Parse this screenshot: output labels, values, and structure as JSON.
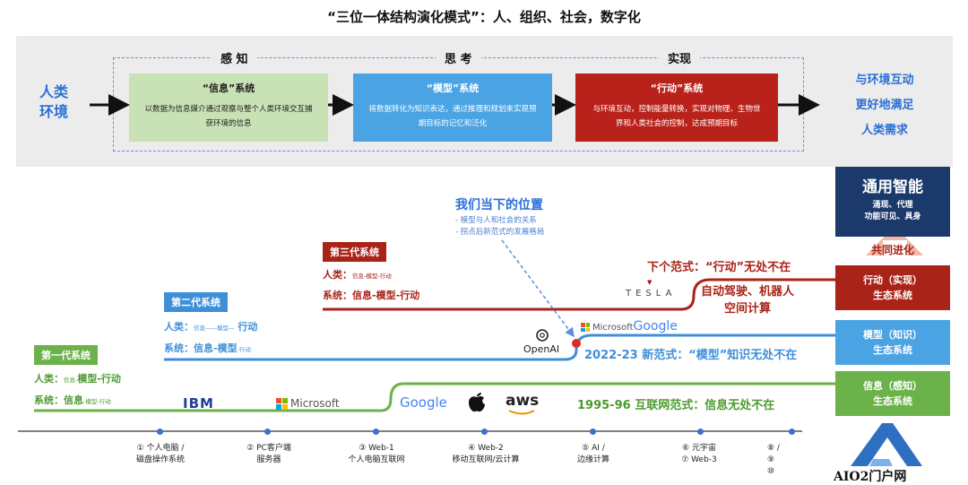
{
  "title": "“三位一体结构演化模式”：人、组织、社会，数字化",
  "stages": {
    "perceive": "感 知",
    "think": "思 考",
    "realize": "实现"
  },
  "env_left": [
    "人类",
    "环境"
  ],
  "env_right": [
    "与环境互动",
    "更好地满足",
    "人类需求"
  ],
  "boxes": [
    {
      "head": "“信息”系统",
      "desc": "以数据为信息媒介通过观察与整个人类环境交互捕获环境的信息"
    },
    {
      "head": "“模型”系统",
      "desc": "将数据转化为知识表达，通过推理和规划来实现预期目标的记忆和泛化"
    },
    {
      "head": "“行动”系统",
      "desc": "与环境互动，控制能量转换，实现对物理、生物世界和人类社会的控制，达成预期目标"
    }
  ],
  "position": {
    "title": "我们当下的位置",
    "items": [
      "- 模型与人和社会的关系",
      "- 拐点后新范式的发展格局"
    ]
  },
  "gen1": {
    "label": "第一代系统",
    "human_pre": "人类：",
    "human_small": "信息-",
    "human_big": "模型-行动",
    "sys_pre": "系统：信息",
    "sys_small": "-模型-行动"
  },
  "gen2": {
    "label": "第二代系统",
    "human_pre": "人类：",
    "human_small": "信息——模型—",
    "human_big": " 行动",
    "sys_pre": "系统：信息-模型",
    "sys_small": "-行动"
  },
  "gen3": {
    "label": "第三代系统",
    "human_pre": "人类：",
    "human_small": "信息-模型-行动",
    "sys_full": "系统：信息-模型-行动"
  },
  "logos": {
    "ibm": "IBM",
    "microsoft": "Microsoft",
    "google": "Google",
    "apple": "",
    "aws": "aws",
    "openai": "OpenAI",
    "ms_google_ms": "Microsoft",
    "ms_google_g": "Google",
    "tesla": "TESLA"
  },
  "paradigms": {
    "p1": "1995-96 互联网范式：信息无处不在",
    "p2": "2022-23 新范式：“模型”知识无处不在",
    "p3": "下个范式：“行动”无处不在",
    "p3_sub": [
      "自动驾驶、机器人",
      "空间计算"
    ]
  },
  "side": {
    "agi": {
      "title": "通用智能",
      "sub": [
        "涌现、代理",
        "功能可见、具身"
      ]
    },
    "evolve": "共同进化",
    "action": [
      "行动（实现）",
      "生态系统"
    ],
    "model": [
      "模型（知识）",
      "生态系统"
    ],
    "info": [
      "信息（感知）",
      "生态系统"
    ]
  },
  "timeline": [
    [
      "① 个人电脑 /",
      "磁盘操作系统"
    ],
    [
      "② PC客户端",
      "服务器"
    ],
    [
      "③ Web-1",
      "个人电脑互联网"
    ],
    [
      "④ Web-2",
      "移动互联网/云计算"
    ],
    [
      "⑤ AI /",
      "边缘计算"
    ],
    [
      "⑥ 元宇宙",
      "⑦ Web-3"
    ],
    [
      "⑧ /",
      "⑨",
      "⑩"
    ]
  ],
  "watermark": "AIO2门户网",
  "colors": {
    "info": "#c8e2b5",
    "model": "#4aa3e3",
    "action": "#b9221b",
    "green": "#6cb24a",
    "blue": "#3f8fd8",
    "red": "#a92318",
    "navy": "#1b3a6b"
  }
}
